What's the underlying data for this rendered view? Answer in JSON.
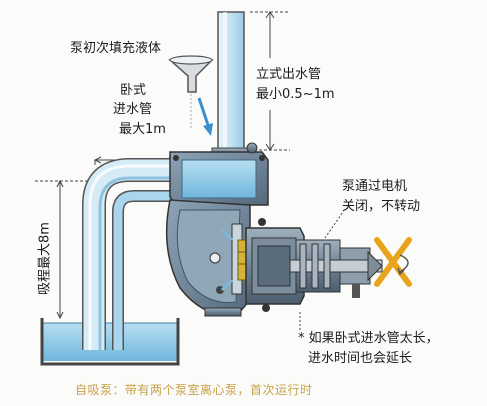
{
  "labels": {
    "prime_note": "泵初次填充液体",
    "horizontal_inlet": [
      "卧式",
      "进水管",
      "最大1m"
    ],
    "vertical_outlet": [
      "立式出水管",
      "最小0.5~1m"
    ],
    "suction_lift": "吸程最大8m",
    "motor_off": [
      "泵通过电机",
      "关闭，不转动"
    ],
    "note": [
      "* 如果卧式进水管太长，",
      "进水时间也会延长"
    ],
    "caption": "自吸泵：带有两个泵室离心泵，首次运行时"
  },
  "colors": {
    "water": "#8ec9e6",
    "water_dark": "#5aa7cf",
    "pipe_stroke": "#4a4a4a",
    "pump_body": "#6f8aa0",
    "arrow_blue": "#3b8fd0",
    "cross": "#e8a41c",
    "caption": "#c9a24a",
    "motor_accent": "#d7b23a"
  },
  "icons": {
    "funnel": "funnel-icon",
    "flow_arrow": "down-arrow-icon",
    "stop_mark": "cross-icon"
  }
}
